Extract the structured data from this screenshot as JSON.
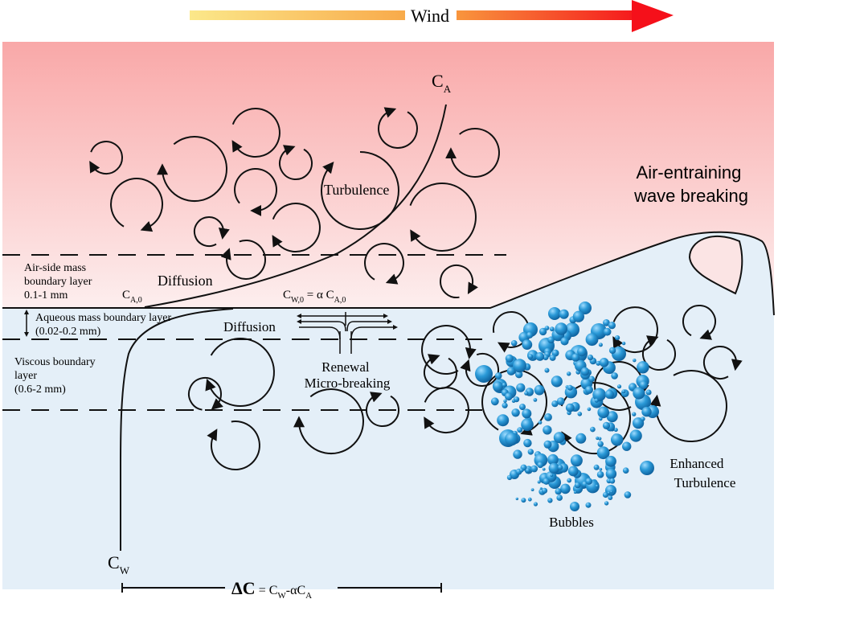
{
  "wind": {
    "label": "Wind"
  },
  "air": {
    "ca_main": "C",
    "ca_sub": "A",
    "turbulence": "Turbulence",
    "diffusion": "Diffusion",
    "ca0_main": "C",
    "ca0_sub": "A,0",
    "layer_line1": "Air-side mass",
    "layer_line2": "boundary layer",
    "layer_line3": "0.1-1 mm"
  },
  "interface": {
    "cw0_main": "C",
    "cw0_sub": "W,0",
    "cw0_mid": " = α C",
    "cw0_sub2": "A,0"
  },
  "water": {
    "aqueous_line1": "Aqueous mass boundary layer",
    "aqueous_line2": "(0.02-0.2 mm)",
    "diffusion": "Diffusion",
    "viscous_line1": "Viscous boundary",
    "viscous_line2": "layer",
    "viscous_line3": "(0.6-2 mm)",
    "renewal_line1": "Renewal",
    "renewal_line2": "Micro-breaking",
    "cw_main": "C",
    "cw_sub": "W"
  },
  "wave": {
    "label_line1": "Air-entraining",
    "label_line2": "wave breaking",
    "enhanced_line1": "Enhanced",
    "enhanced_line2": "Turbulence",
    "bubbles": "Bubbles"
  },
  "delta": {
    "symbol": "ΔC",
    "eq": " = C",
    "sub1": "W",
    "mid": "-αC",
    "sub2": "A"
  },
  "colors": {
    "air_top": "#f9a8a8",
    "air_bottom": "#fdf0f0",
    "water": "#e4eff8",
    "wind_start": "#fbe88a",
    "wind_end": "#f5101a",
    "bubble": "#1f8fd0"
  }
}
